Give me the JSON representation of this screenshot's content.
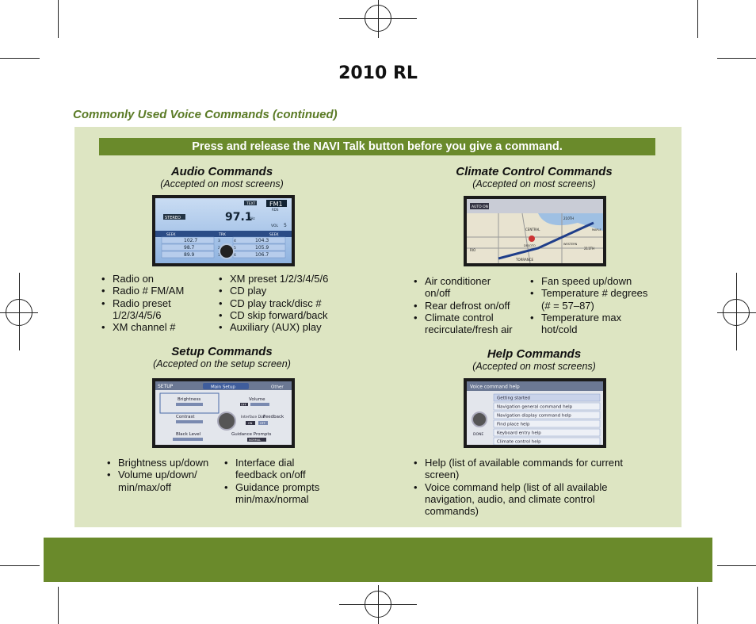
{
  "document": {
    "title": "2010 RL",
    "section_heading": "Commonly Used Voice Commands (continued)",
    "banner": "Press and release the NAVI Talk button before you give a command."
  },
  "audio": {
    "title": "Audio Commands",
    "subtitle": "(Accepted on most screens)",
    "screen": {
      "text_tag": "TEXT",
      "band": "FM1",
      "rds": "RDS",
      "stereo": "STEREO",
      "frequency": "97.1",
      "unit": "MHz",
      "vol_label": "VOL",
      "vol_value": "5",
      "seek_left": "SEEK",
      "trk": "TRK",
      "seek_right": "SEEK",
      "presets": [
        {
          "left": "102.7",
          "num_left": "3",
          "num_right": "4",
          "right": "104.3"
        },
        {
          "left": "98.7",
          "num_left": "2",
          "num_right": "5",
          "right": "105.9"
        },
        {
          "left": "89.9",
          "num_left": "1",
          "num_right": "6",
          "right": "106.7"
        }
      ]
    },
    "col1": [
      "Radio on",
      "Radio # FM/AM",
      "Radio preset 1/2/3/4/5/6",
      "XM channel #"
    ],
    "col2": [
      "XM preset 1/2/3/4/5/6",
      "CD play",
      "CD play track/disc #",
      "CD skip forward/back",
      "Auxiliary (AUX) play"
    ]
  },
  "setup": {
    "title": "Setup Commands",
    "subtitle": "(Accepted on the setup screen)",
    "screen": {
      "label": "SETUP",
      "tab_main": "Main Setup",
      "tab_other": "Other",
      "brightness": "Brightness",
      "volume": "Volume",
      "off_tag": "OFF",
      "contrast": "Contrast",
      "interface_dial": "Interface Dial",
      "feedback": "Feedback",
      "on_tag": "ON",
      "off_tag2": "OFF",
      "black_level": "Black Level",
      "guidance_prompts": "Guidance Prompts",
      "normal": "NORMAL"
    },
    "col1": [
      "Brightness up/down",
      "Volume up/down/ min/max/off"
    ],
    "col2": [
      "Interface dial feedback on/off",
      "Guidance prompts min/max/normal"
    ]
  },
  "climate": {
    "title": "Climate Control Commands",
    "subtitle": "(Accepted on most screens)",
    "screen": {
      "auto_on": "AUTO ON",
      "map_labels": [
        "CENTRAL",
        "DESOTO",
        "TORRANCE",
        "RIO",
        "210TH",
        "211TH",
        "WESTERN",
        "MAPLE"
      ]
    },
    "col1": [
      "Air conditioner on/off",
      "Rear defrost on/off",
      "Climate control recirculate/fresh air"
    ],
    "col2": [
      "Fan speed up/down",
      "Temperature # degrees (# = 57–87)",
      "Temperature max hot/cold"
    ]
  },
  "help": {
    "title": "Help Commands",
    "subtitle": "(Accepted on most screens)",
    "screen": {
      "header": "Voice command help",
      "done": "DONE",
      "items": [
        "Getting started",
        "Navigation general command help",
        "Navigation display command help",
        "Find place help",
        "Keyboard entry help",
        "Climate control help"
      ]
    },
    "items": [
      "Help (list of available commands for current screen)",
      "Voice command help (list of all available navigation, audio, and climate control commands)"
    ]
  },
  "colors": {
    "accent_green": "#6a8a2b",
    "panel_green": "#dde5c2",
    "heading_green": "#5a7a25"
  }
}
